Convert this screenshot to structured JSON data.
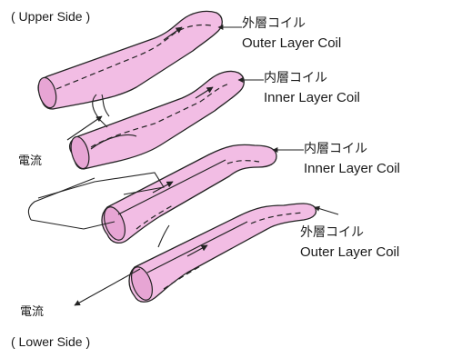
{
  "labels": {
    "upper_side": "( Upper Side )",
    "lower_side": "( Lower Side )",
    "current_top": "電流",
    "current_bottom": "電流"
  },
  "coils": [
    {
      "jp": "外層コイル",
      "en": "Outer Layer Coil"
    },
    {
      "jp": "内層コイル",
      "en": "Inner Layer Coil"
    },
    {
      "jp": "内層コイル",
      "en": "Inner Layer Coil"
    },
    {
      "jp": "外層コイル",
      "en": "Outer Layer Coil"
    }
  ],
  "colors": {
    "coil_fill": "#f2bde4",
    "coil_end": "#e7a5d4",
    "line": "#222222"
  }
}
